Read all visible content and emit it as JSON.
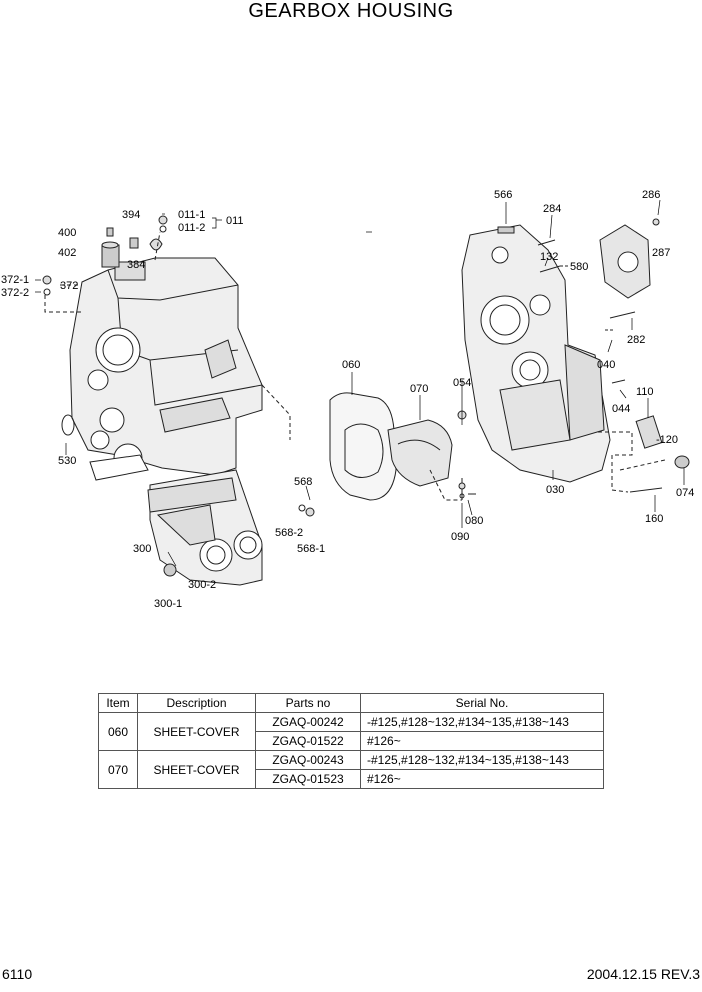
{
  "title": "GEARBOX HOUSING",
  "callouts": {
    "c394": "394",
    "c011_1": "011-1",
    "c011_2": "011-2",
    "c011": "011",
    "c400": "400",
    "c402": "402",
    "c384": "384",
    "c372_1": "372-1",
    "c372_2": "372-2",
    "c372": "372",
    "c530": "530",
    "c568": "568",
    "c568_2": "568-2",
    "c568_1": "568-1",
    "c300": "300",
    "c300_2": "300-2",
    "c300_1": "300-1",
    "c060": "060",
    "c070": "070",
    "c054": "054",
    "c566": "566",
    "c284": "284",
    "c132": "132",
    "c580": "580",
    "c286": "286",
    "c287": "287",
    "c282": "282",
    "c040": "040",
    "c110": "110",
    "c044": "044",
    "c120": "-120",
    "c030": "030",
    "c074": "074",
    "c080": "080",
    "c090": "090",
    "c160": "160"
  },
  "table": {
    "headers": {
      "item": "Item",
      "description": "Description",
      "parts_no": "Parts no",
      "serial_no": "Serial No."
    },
    "groups": [
      {
        "item": "060",
        "description": "SHEET-COVER",
        "rows": [
          {
            "parts_no": "ZGAQ-00242",
            "serial_no": "-#125,#128~132,#134~135,#138~143"
          },
          {
            "parts_no": "ZGAQ-01522",
            "serial_no": "#126~"
          }
        ]
      },
      {
        "item": "070",
        "description": "SHEET-COVER",
        "rows": [
          {
            "parts_no": "ZGAQ-00243",
            "serial_no": "-#125,#128~132,#134~135,#138~143"
          },
          {
            "parts_no": "ZGAQ-01523",
            "serial_no": "#126~"
          }
        ]
      }
    ]
  },
  "footer": {
    "page_number": "6110",
    "revision": "2004.12.15  REV.3"
  }
}
